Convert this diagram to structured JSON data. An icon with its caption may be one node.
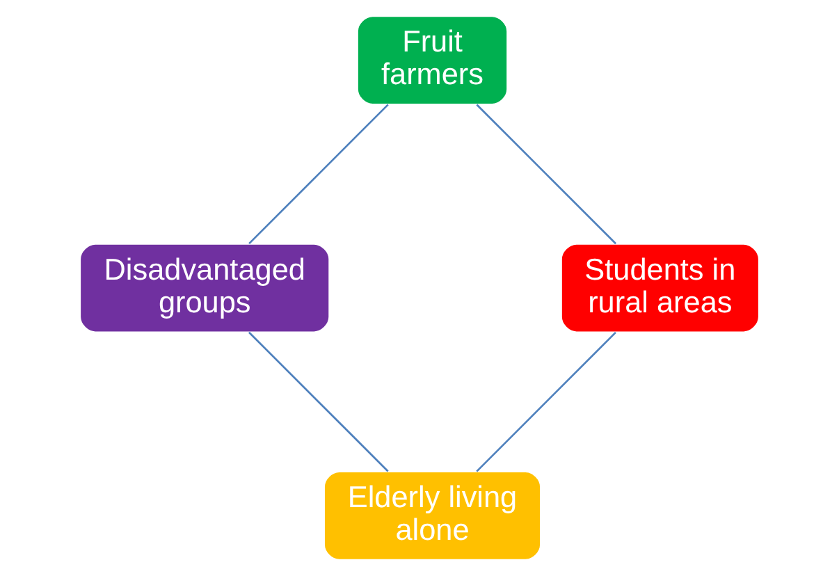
{
  "diagram": {
    "nodes": [
      {
        "text": [
          "Elderly living alone"
        ]
      },
      {
        "text": [
          "Students in rural areas"
        ]
      },
      {
        "text": [
          "Disadvantaged groups"
        ]
      },
      {
        "text": [
          "Fruit farmers"
        ]
      }
    ],
    "edges": [
      {
        "from": 0,
        "to": 2,
        "arrow": "none"
      },
      {
        "from": 2,
        "to": 3,
        "arrow": "none"
      },
      {
        "from": 3,
        "to": 1,
        "arrow": "none"
      },
      {
        "from": 1,
        "to": 0,
        "arrow": "none"
      }
    ]
  }
}
